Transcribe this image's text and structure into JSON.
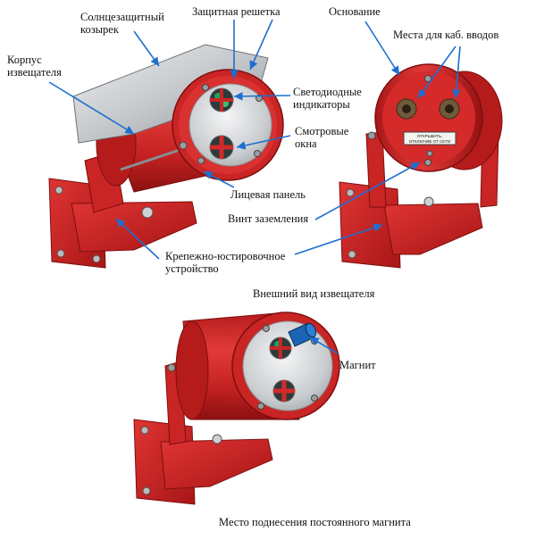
{
  "labels": {
    "sunshade": [
      "Солнцезащитный",
      "козырек"
    ],
    "guard_grille": "Защитная решетка",
    "base": "Основание",
    "cable_entries": "Места для каб. вводов",
    "body": [
      "Корпус",
      "извещателя"
    ],
    "led_indicators": [
      "Светодиодные",
      "индикаторы"
    ],
    "view_windows": [
      "Смотровые",
      "окна"
    ],
    "front_panel": "Лицевая панель",
    "ground_screw": "Винт заземления",
    "mount_adjust": [
      "Крепежно-юстировочное",
      "устройство"
    ],
    "magnet": "Магнит"
  },
  "plate_text": [
    "ОТКРЫВАТЬ,",
    "ОТКЛЮЧИВ ОТ СЕТИ"
  ],
  "captions": {
    "external_view": "Внешний вид извещателя",
    "magnet_place": "Место поднесения постоянного магнита"
  },
  "colors": {
    "body_red": "#d42a2a",
    "dark_red": "#9e1414",
    "arrow_blue": "#1e6fd0",
    "steel": "#c9cbcd"
  }
}
